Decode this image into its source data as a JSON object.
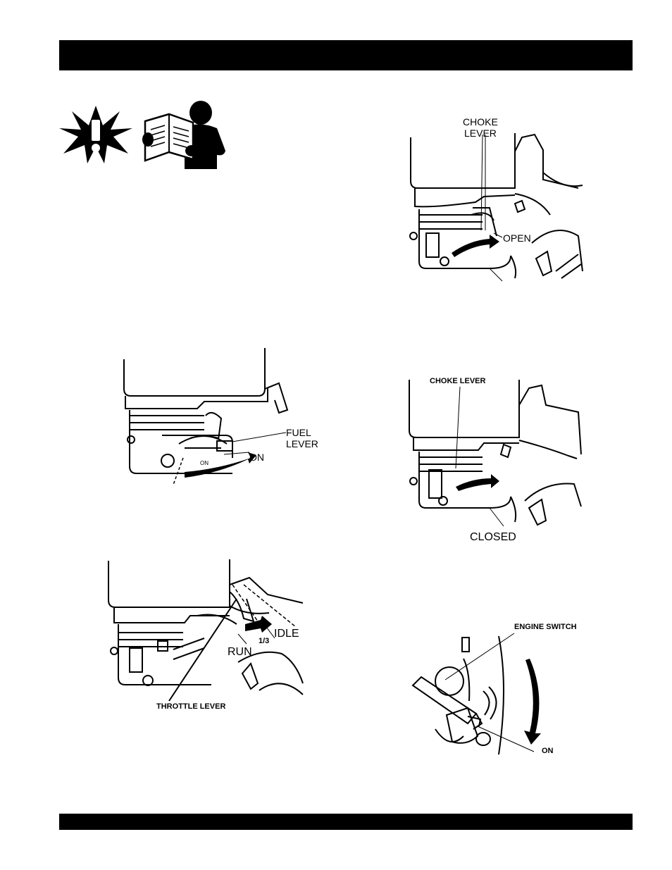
{
  "labels": {
    "fuel_lever_line1": "FUEL",
    "fuel_lever_line2": "LEVER",
    "fuel_on": "ON",
    "valve_on_mark": "ON",
    "idle": "IDLE",
    "run": "RUN",
    "one_third": "1/3",
    "throttle_lever": "THROTTLE LEVER",
    "choke_lever_line1": "CHOKE",
    "choke_lever_line2": "LEVER",
    "choke_open": "OPEN",
    "choke_lever_bold": "CHOKE LEVER",
    "choke_closed": "CLOSED",
    "engine_switch": "ENGINE SWITCH",
    "switch_on": "ON"
  },
  "colors": {
    "ink": "#000000",
    "paper": "#ffffff"
  },
  "icons": [
    "warning-burst-icon",
    "read-manual-icon"
  ]
}
